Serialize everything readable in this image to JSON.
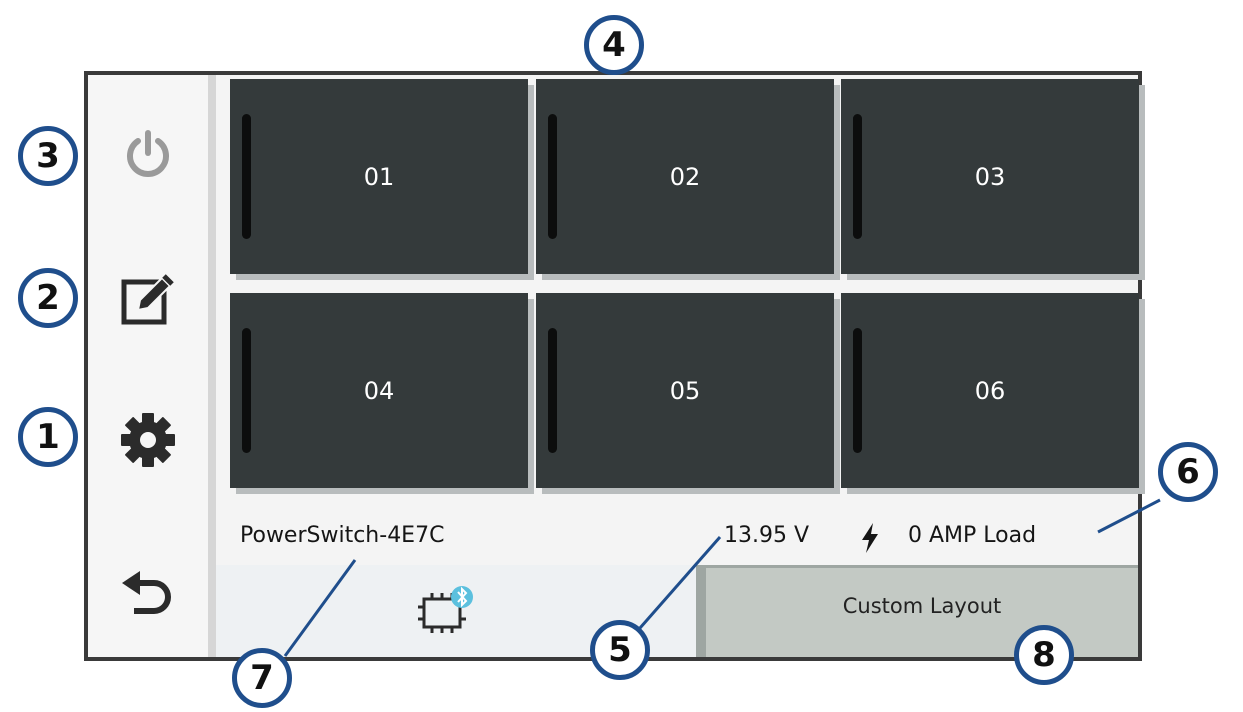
{
  "sidebar": {
    "power_icon": "power-icon",
    "edit_icon": "edit-icon",
    "settings_icon": "gear-icon",
    "back_icon": "back-arrow-icon"
  },
  "tiles": [
    {
      "label": "01"
    },
    {
      "label": "02"
    },
    {
      "label": "03"
    },
    {
      "label": "04"
    },
    {
      "label": "05"
    },
    {
      "label": "06"
    }
  ],
  "status": {
    "device_name": "PowerSwitch-4E7C",
    "voltage": "13.95 V",
    "load": "0 AMP Load",
    "bolt_icon": "lightning-bolt-icon"
  },
  "bottom_bar": {
    "device_icon": "bluetooth-device-icon",
    "layout_label": "Custom Layout"
  },
  "callouts": [
    "1",
    "2",
    "3",
    "4",
    "5",
    "6",
    "7",
    "8"
  ],
  "colors": {
    "callout_border": "#1f4e8c",
    "tile_bg": "#343a3b",
    "layout_tab_bg": "#c3c9c4",
    "bluetooth_badge": "#5bc0de"
  }
}
